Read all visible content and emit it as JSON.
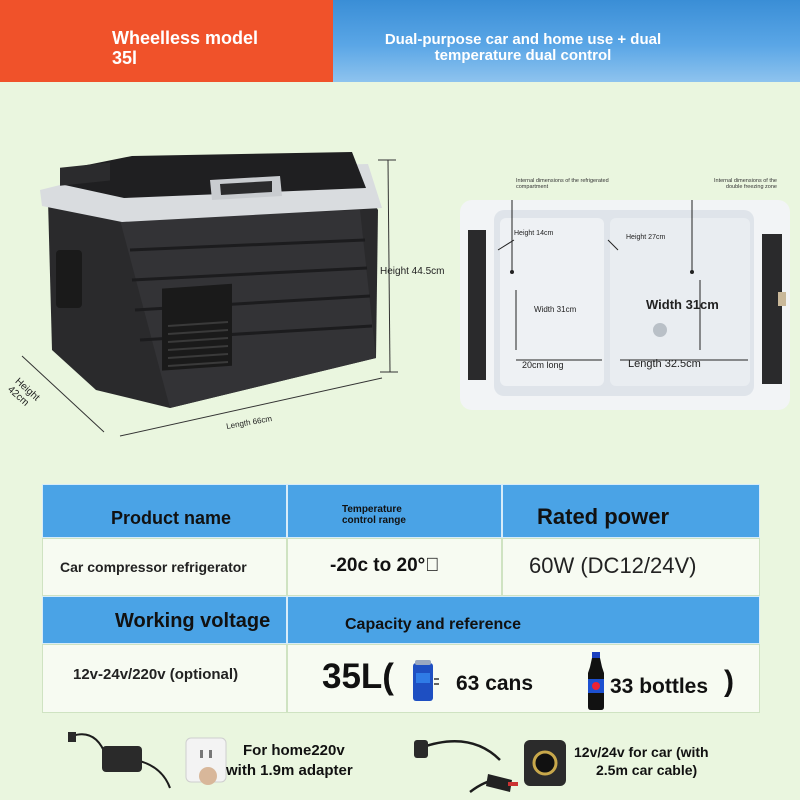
{
  "header": {
    "title_line1": "Wheelless model",
    "title_line2": "35l",
    "subtitle_line1": "Dual-purpose car and home use + dual",
    "subtitle_line2": "temperature dual control"
  },
  "dimensions": {
    "height_exterior": "Height 44.5cm",
    "depth_line1": "Height",
    "depth_line2": "42cm",
    "length_exterior": "Length 66cm",
    "internal_refrigerated_line1": "Internal dimensions of the refrigerated",
    "internal_refrigerated_line2": "compartment",
    "internal_freezing_line1": "Internal dimensions of the",
    "internal_freezing_line2": "double freezing zone",
    "height_left": "Height 14cm",
    "height_right": "Height 27cm",
    "width_left": "Width 31cm",
    "width_right": "Width 31cm",
    "length_left": "20cm long",
    "length_right": "Length 32.5cm"
  },
  "table": {
    "product_name_label": "Product name",
    "temp_label_line1": "Temperature",
    "temp_label_line2": "control range",
    "rated_power_label": "Rated power",
    "product_name_value": "Car compressor refrigerator",
    "temp_value": "-20c to 20°⃞",
    "rated_power_value": "60W (DC12/24V)",
    "working_voltage_label": "Working voltage",
    "capacity_label": "Capacity and reference",
    "voltage_value": "12v-24v/220v (optional)",
    "capacity_value": "35L(",
    "cans_value": "63 cans",
    "bottles_value": "33 bottles",
    "close_paren": ")"
  },
  "accessories": {
    "home_line1": "For home220v",
    "home_line2": "with 1.9m adapter",
    "car_line1": "12v/24v for car (with",
    "car_line2": "2.5m car cable)"
  },
  "colors": {
    "header_orange": "#f0522a",
    "header_blue": "#3a8ed6",
    "table_blue": "#4aa3e6",
    "background": "#eaf6df"
  }
}
